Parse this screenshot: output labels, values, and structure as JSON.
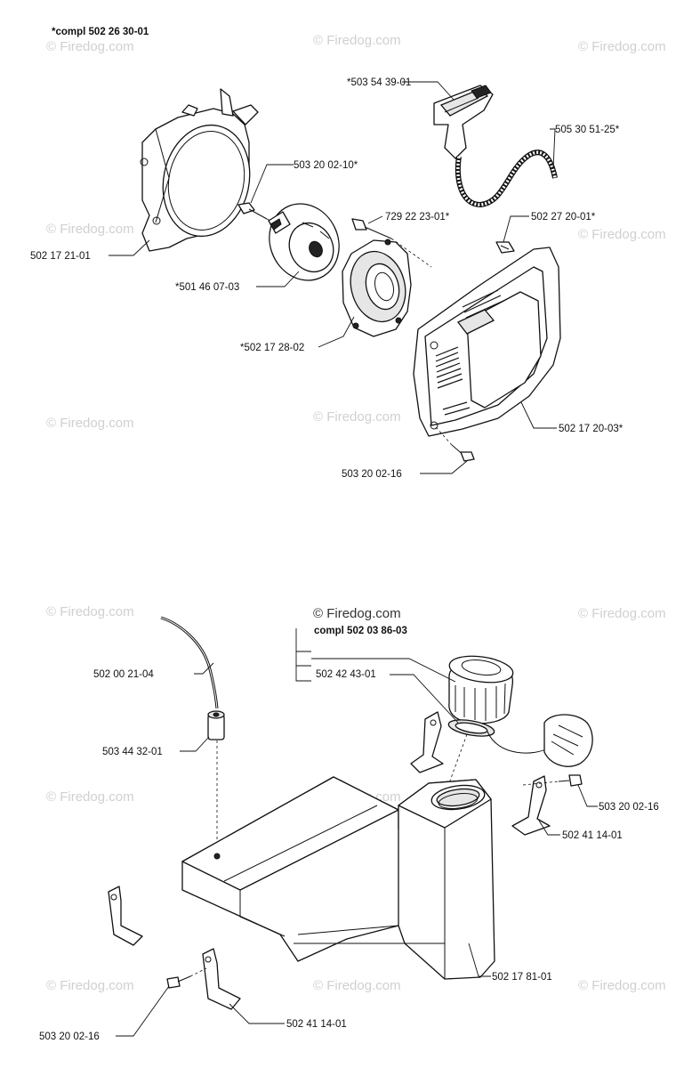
{
  "top_group": "*compl 502 26 30-01",
  "watermark": "© Firedog.com",
  "labels": {
    "handle": "*503 54 39-01",
    "rope": "505 30 51-25*",
    "screw_top": "503 20 02-10*",
    "fan_housing": "502 17 21-01",
    "screw_mid": "729 22 23-01*",
    "clip": "502 27 20-01*",
    "pulley": "*501 46 07-03",
    "starter_housing": "*502 17 28-02",
    "cover": "502 17 20-03*",
    "screw_bottom": "503 20 02-16",
    "tank_group": "compl 502 03 86-03",
    "hose": "502 00 21-04",
    "cap": "502 42 43-01",
    "filter": "503 44 32-01",
    "screw_tank_right": "503 20 02-16",
    "bracket_right": "502 41 14-01",
    "tank": "502 17 81-01",
    "screw_tank_left": "503 20 02-16",
    "bracket_left": "502 41 14-01"
  }
}
